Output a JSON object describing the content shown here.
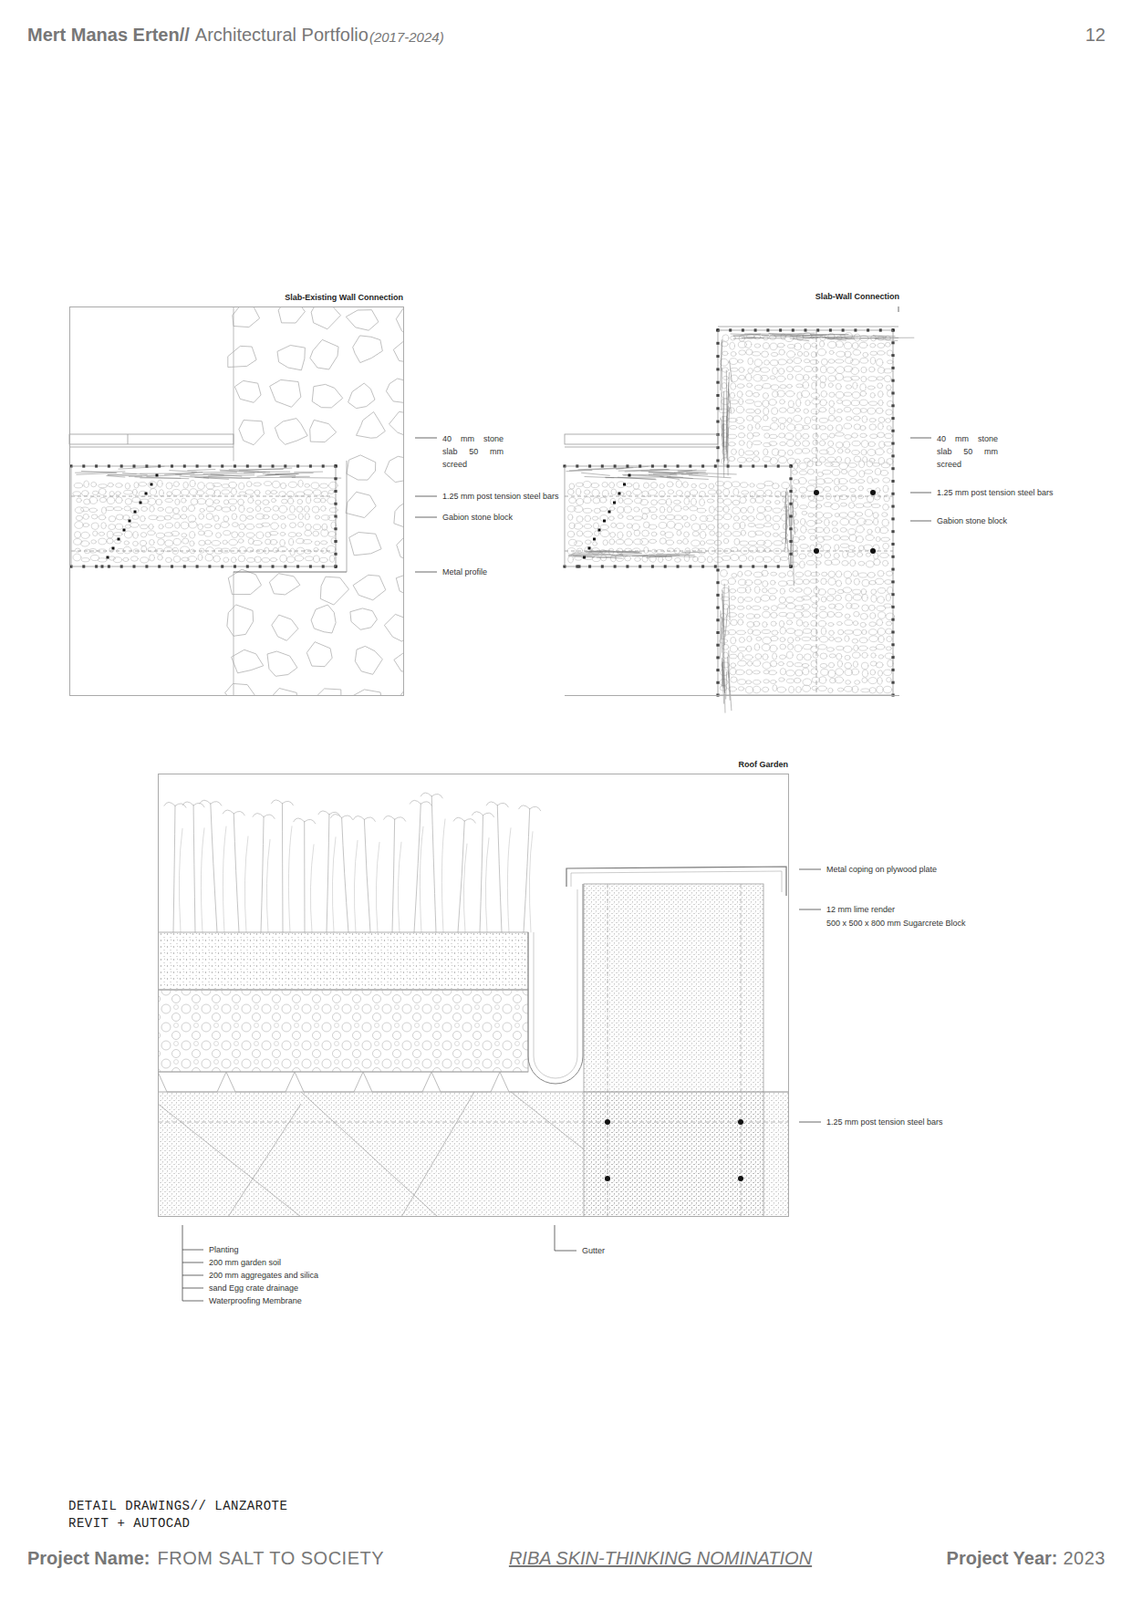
{
  "diagram": {
    "nodes": [
      {
        "text": [
          "Slab-Existing Wall Connection"
        ]
      },
      {
        "text": [
          "Slab-Wall Connection"
        ]
      },
      {
        "text": [
          "Roof Garden"
        ]
      }
    ],
    "labels": [
      "Mert Manas Erten//",
      "Architectural Portfolio",
      "(2017-2024)",
      "12",
      "40 mm stone slab 50 mm screed",
      "1.25 mm post tension steel bars",
      "Gabion stone block",
      "Metal profile",
      "40 mm stone slab 50 mm screed",
      "1.25 mm post tension steel bars",
      "Gabion stone block",
      "Metal coping on plywood plate",
      "12 mm lime render",
      "500 x 500 x 800 mm Sugarcrete Block",
      "1.25 mm post tension steel bars",
      "Planting",
      "200 mm garden soil",
      "200 mm aggregates and silica",
      "sand Egg crate drainage",
      "Waterproofing Membrane",
      "Gutter",
      "DETAIL DRAWINGS// LANZAROTE",
      "REVIT + AUTOCAD",
      "Project Name:",
      "FROM SALT TO SOCIETY",
      "RIBA SKIN-THINKING NOMINATION",
      "Project Year:",
      "2023"
    ]
  }
}
